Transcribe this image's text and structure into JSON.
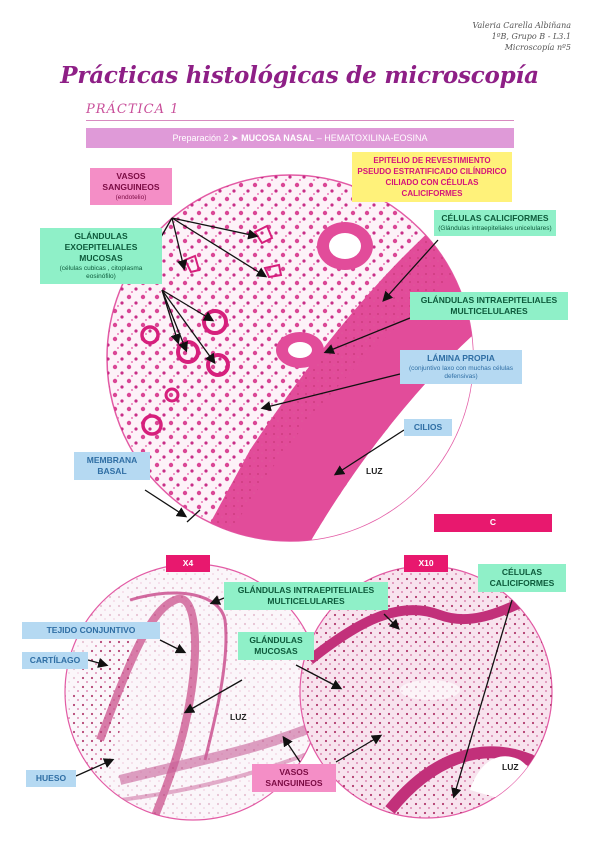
{
  "author": {
    "line1": "Valeria Carella Albiñana",
    "line2": "1ºB, Grupo B - L3.1",
    "line3": "Microscopía nº5"
  },
  "title": "Prácticas histológicas de microscopía",
  "practice": "PRÁCTICA 1",
  "prep": {
    "prefix": "Preparación 2",
    "arrow": "➤",
    "name": "MUCOSA NASAL",
    "stain": "– HEMATOXILINA-EOSINA"
  },
  "labels": {
    "vasos_top": {
      "title": "VASOS SANGUINEOS",
      "sub": "(endotelio)"
    },
    "glandulas_exo": {
      "title": "GLÁNDULAS EXOEPITELIALES MUCOSAS",
      "sub": "(células cubicas , citoplasma eosinófilo)"
    },
    "epitelio": {
      "title": "EPITELIO DE REVESTIMIENTO PSEUDO ESTRATIFICADO CILÍNDRICO CILIADO CON CÉLULAS CALICIFORMES"
    },
    "caliciformes_top": {
      "title": "CÉLULAS CALICIFORMES",
      "sub": "(Glándulas intraepiteliales unicelulares)"
    },
    "glandulas_intra_top": {
      "title": "GLÁNDULAS INTRAEPITELIALES MULTICELULARES"
    },
    "lamina": {
      "title": "LÁMINA PROPIA",
      "sub": "(conjuntivo laxo con muchas células defensivas)"
    },
    "cilios": {
      "title": "CILIOS"
    },
    "membrana": {
      "title": "MEMBRANA BASAL"
    },
    "luz_top": "LUZ",
    "c_tag": "C",
    "x4": "X4",
    "x10": "X10",
    "glandulas_intra_bottom": {
      "title": "GLÁNDULAS INTRAEPITELIALES MULTICELULARES"
    },
    "caliciformes_bottom": {
      "title": "CÉLULAS CALICIFORMES"
    },
    "tejido": {
      "title": "TEJIDO CONJUNTIVO"
    },
    "cartilago": {
      "title": "CARTÍLAGO"
    },
    "glandulas_mucosas": {
      "title": "GLÁNDULAS MUCOSAS"
    },
    "luz_left": "LUZ",
    "luz_right": "LUZ",
    "hueso": {
      "title": "HUESO"
    },
    "vasos_bottom": {
      "title": "VASOS SANGUINEOS"
    }
  },
  "colors": {
    "title": "#8e1f86",
    "tissue_pink": "#e24c9a",
    "tag_magenta": "#e8186e"
  }
}
